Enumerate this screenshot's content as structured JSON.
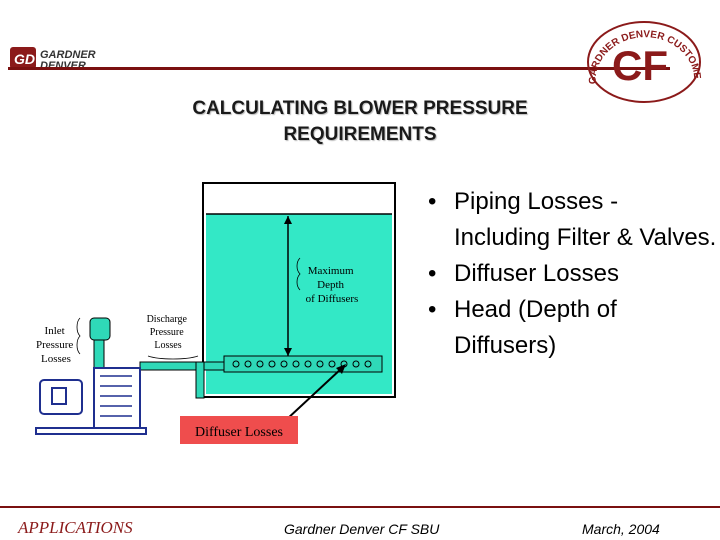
{
  "header": {
    "left_logo_text": [
      "GARDNER",
      "DENVER"
    ],
    "right_logo_ring": "GARDNER DENVER CUSTOMER FOCUSED",
    "right_logo_letters": "CF"
  },
  "title": [
    "CALCULATING BLOWER PRESSURE",
    "REQUIREMENTS"
  ],
  "diagram": {
    "labels": {
      "max_depth": [
        "Maximum",
        "Depth",
        "of Diffusers"
      ],
      "inlet": [
        "Inlet",
        "Pressure",
        "Losses"
      ],
      "discharge": [
        "Discharge",
        "Pressure",
        "Losses"
      ],
      "diffuser_losses": "Diffuser Losses"
    },
    "colors": {
      "water": "#33e8c6",
      "callout": "#ef4d4d",
      "pipe": "#2fd9b8"
    }
  },
  "bullets": [
    {
      "line1": "Piping Losses -",
      "line2": "Including Filter & Valves."
    },
    {
      "line1": "Diffuser Losses",
      "line2": ""
    },
    {
      "line1": "Head (Depth of",
      "line2": "Diffusers)"
    }
  ],
  "footer": {
    "left": "APPLICATIONS",
    "center": "Gardner Denver CF SBU",
    "right": "March, 2004"
  },
  "colors": {
    "accent": "#7a1010"
  }
}
